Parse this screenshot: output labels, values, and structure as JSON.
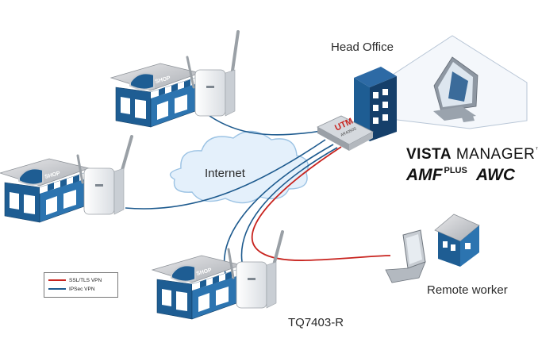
{
  "labels": {
    "head_office": "Head Office",
    "internet": "Internet",
    "remote_worker": "Remote worker",
    "model": "TQ7403-R",
    "shop": "SHOP",
    "utm": "UTM",
    "utm_sub": "AR4050S"
  },
  "brands": {
    "vista_bold": "VISTA",
    "vista_rest": " MANAGER",
    "tm": "™",
    "amf": "AMF",
    "plus": "PLUS",
    "awc": "AWC"
  },
  "legend": {
    "items": [
      {
        "label": "SSL/TLS VPN",
        "color": "#c8231e"
      },
      {
        "label": "IPSec VPN",
        "color": "#1d5a8e"
      }
    ]
  },
  "colors": {
    "ipsec": "#1d5a8e",
    "ssl": "#c8231e",
    "building": "#1e5d93",
    "cloud": "#e4f0fb",
    "cloud_edge": "#9cc3e4"
  }
}
